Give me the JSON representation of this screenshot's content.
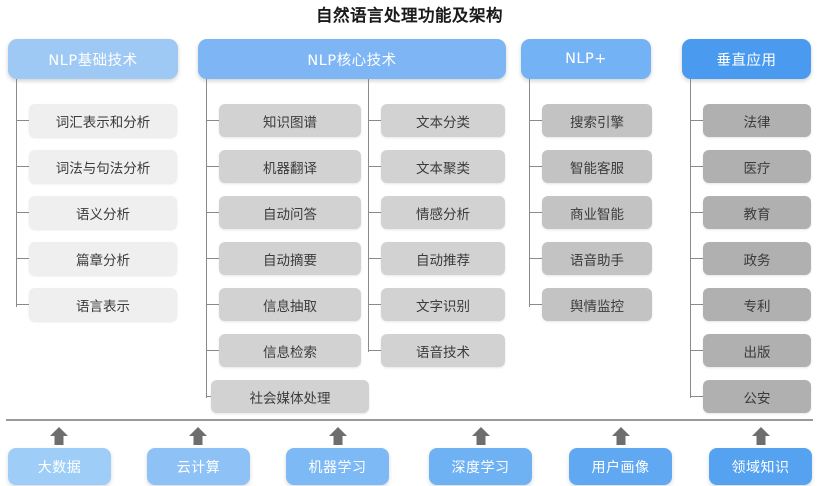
{
  "title": "自然语言处理功能及架构",
  "colors": {
    "header_basic": "#9ec9f5",
    "header_core": "#7eb6f5",
    "header_plus": "#74b2f6",
    "header_vertical": "#4a9bef",
    "leaf_basic": "#f0efef",
    "leaf_core": "#d2d2d2",
    "leaf_plus": "#c3c3c3",
    "leaf_vertical": "#b0b0b0",
    "line": "#8a8a8a",
    "arrow": "#6e6e6e",
    "title_text": "#1a1a1a"
  },
  "columns": [
    {
      "id": "nlp-basic",
      "header": "NLP基础技术",
      "items": [
        "词汇表示和分析",
        "词法与句法分析",
        "语义分析",
        "篇章分析",
        "语言表示"
      ]
    },
    {
      "id": "nlp-core",
      "header": "NLP核心技术",
      "items_left": [
        "知识图谱",
        "机器翻译",
        "自动问答",
        "自动摘要",
        "信息抽取",
        "信息检索",
        "社会媒体处理"
      ],
      "items_right": [
        "文本分类",
        "文本聚类",
        "情感分析",
        "自动推荐",
        "文字识别",
        "语音技术"
      ]
    },
    {
      "id": "nlp-plus",
      "header": "NLP+",
      "items": [
        "搜索引擎",
        "智能客服",
        "商业智能",
        "语音助手",
        "舆情监控"
      ]
    },
    {
      "id": "vertical-app",
      "header": "垂直应用",
      "items": [
        "法律",
        "医疗",
        "教育",
        "政务",
        "专利",
        "出版",
        "公安"
      ]
    }
  ],
  "foundation": {
    "items": [
      {
        "label": "大数据",
        "color": "#9ecdf7"
      },
      {
        "label": "云计算",
        "color": "#8ec2f6"
      },
      {
        "label": "机器学习",
        "color": "#7cb9f5"
      },
      {
        "label": "深度学习",
        "color": "#6fb2f4"
      },
      {
        "label": "用户画像",
        "color": "#60a8f2"
      },
      {
        "label": "领域知识",
        "color": "#55a2f0"
      }
    ],
    "arrow_icon": "arrow-up-icon"
  }
}
